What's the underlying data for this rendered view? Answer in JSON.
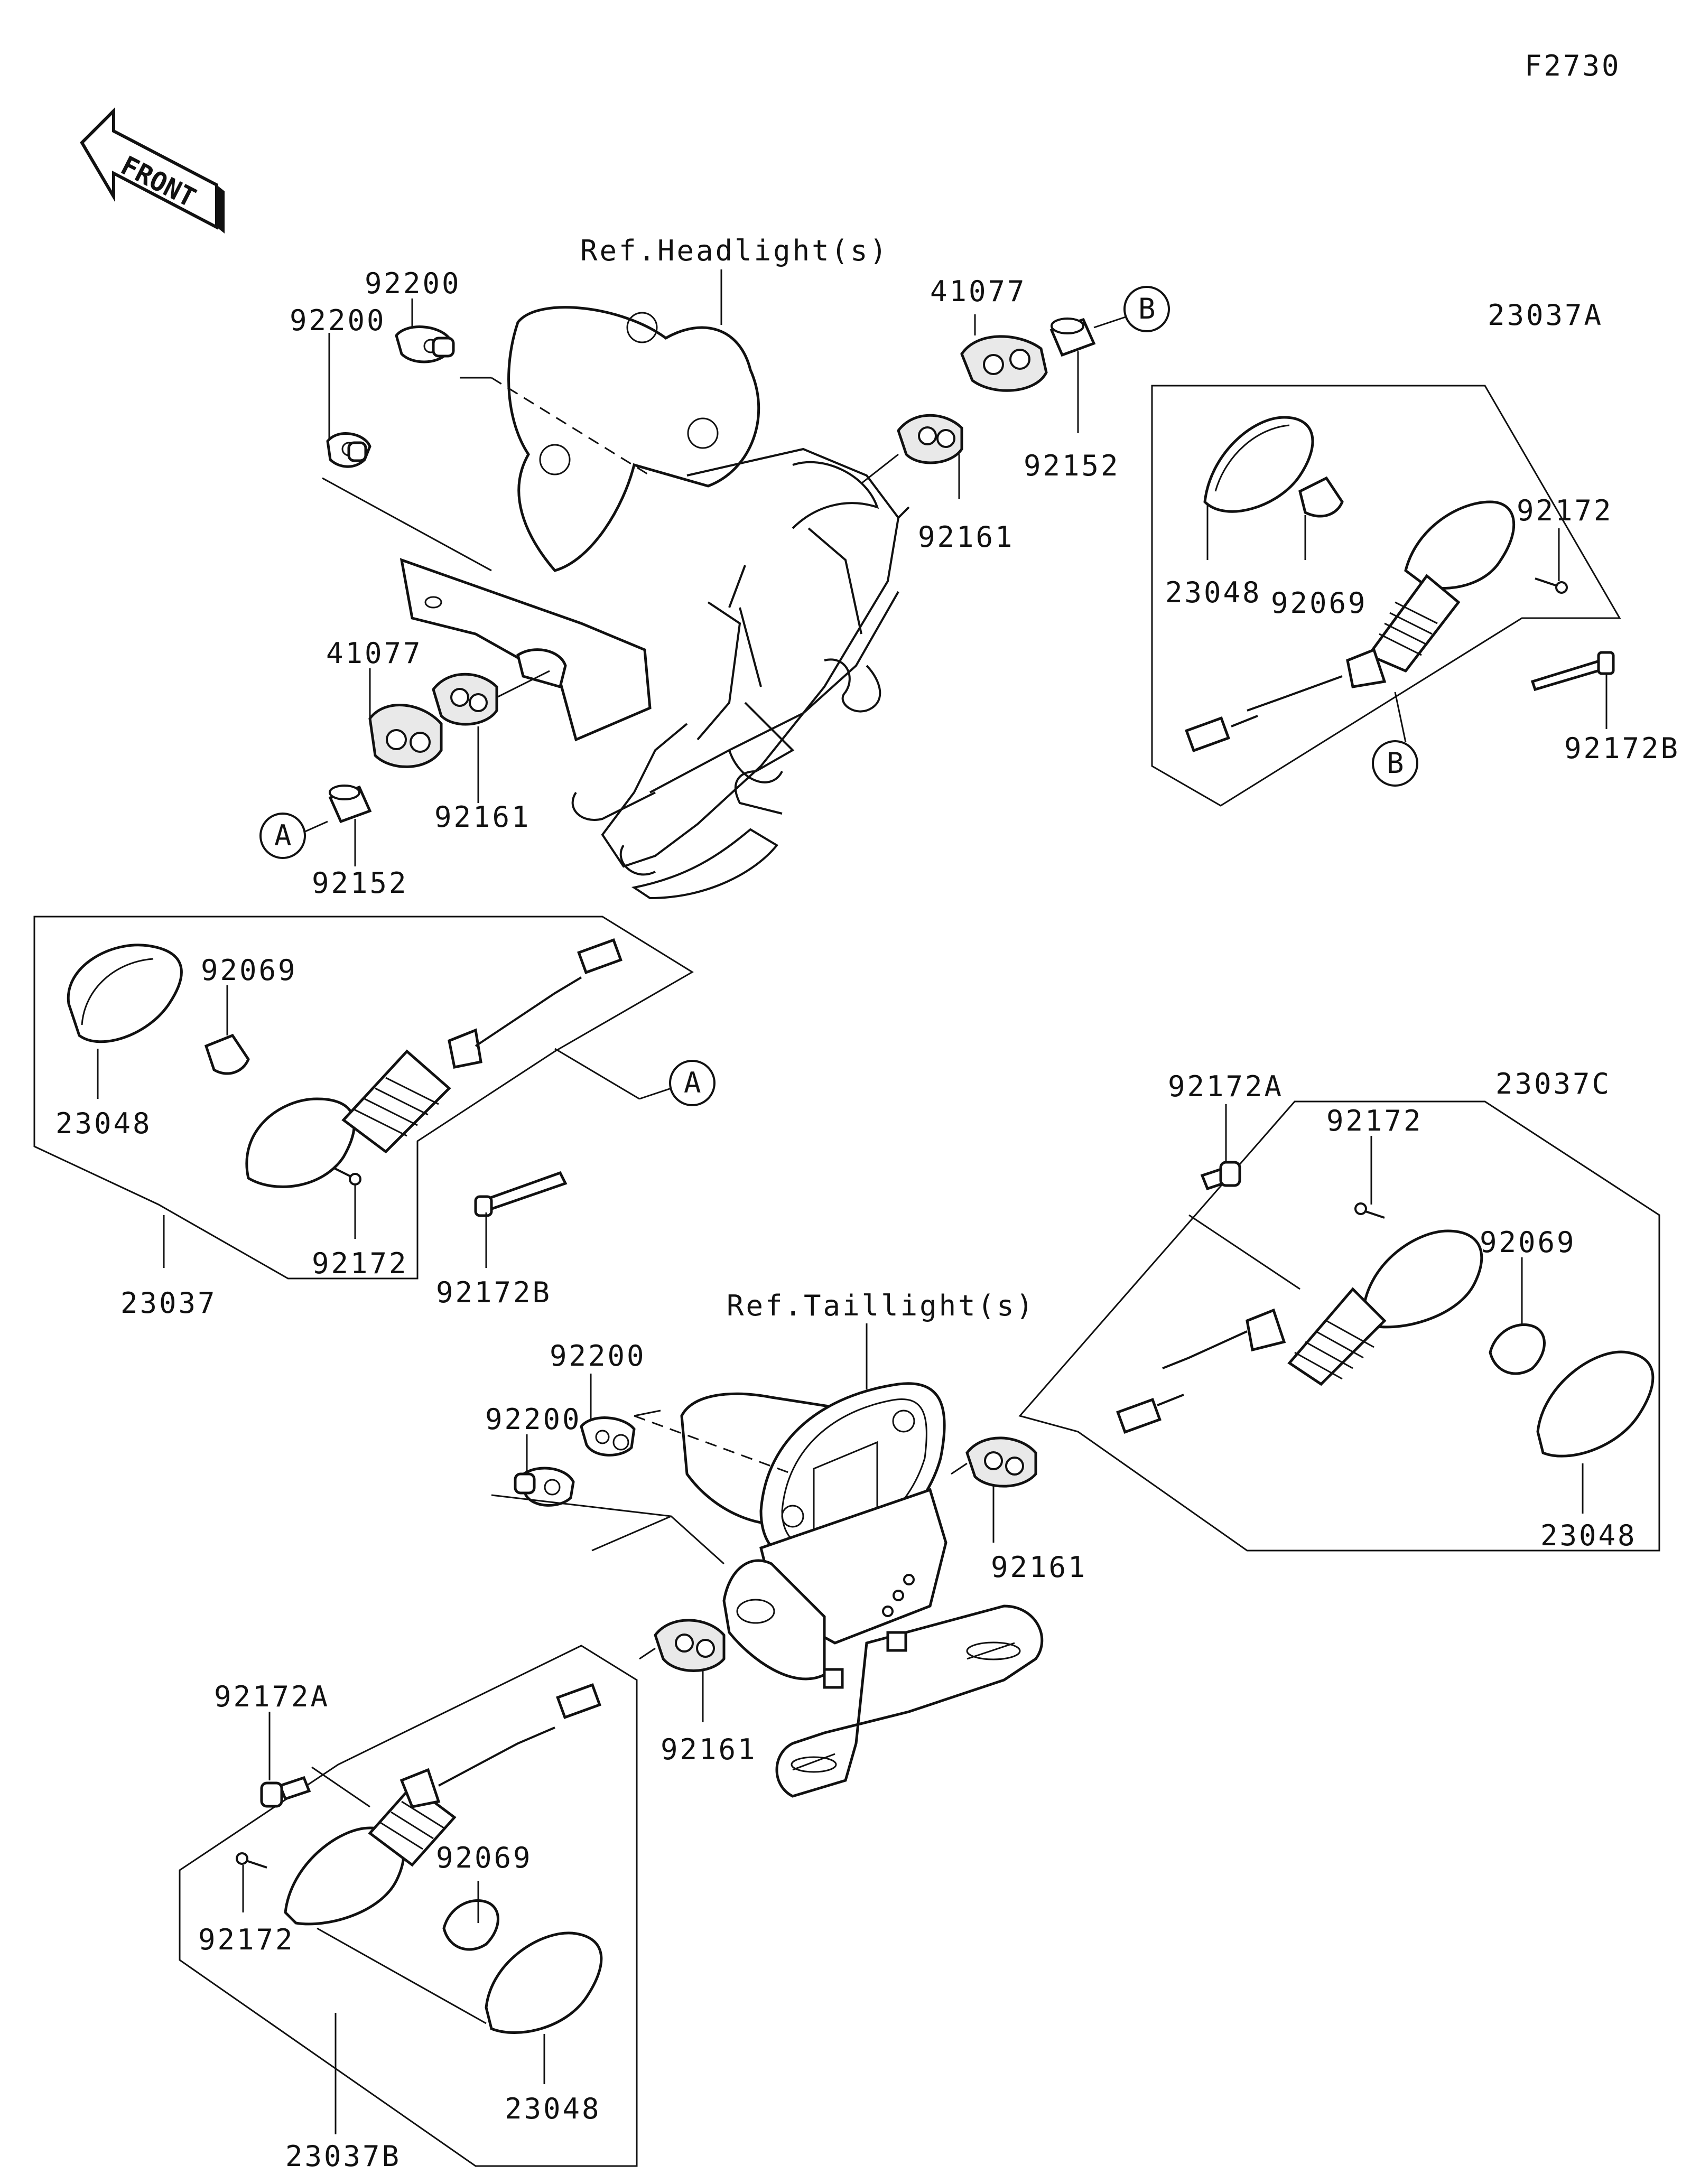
{
  "figure_code": "F2730",
  "front_label": "FRONT",
  "ref_labels": {
    "headlight": "Ref.Headlight(s)",
    "taillight": "Ref.Taillight(s)"
  },
  "connectors": {
    "a": "A",
    "b": "B"
  },
  "part_labels": {
    "p92200_a": "92200",
    "p92200_b": "92200",
    "p41077_a": "41077",
    "p92152_a": "92152",
    "p92161_a": "92161",
    "p41077_b": "41077",
    "p92161_b": "92161",
    "p92152_b": "92152",
    "p23037A": "23037A",
    "p92172_a": "92172",
    "p23048_a": "23048",
    "p92069_a": "92069",
    "p92172B_a": "92172B",
    "p92069_b": "92069",
    "p23048_b": "23048",
    "p92172_b": "92172",
    "p23037": "23037",
    "p92172B_b": "92172B",
    "p92172A_a": "92172A",
    "p23037C": "23037C",
    "p92172_c": "92172",
    "p92069_c": "92069",
    "p23048_c": "23048",
    "p92200_c": "92200",
    "p92200_d": "92200",
    "p92161_c": "92161",
    "p92161_d": "92161",
    "p92172A_b": "92172A",
    "p92069_d": "92069",
    "p92172_d": "92172",
    "p23048_d": "23048",
    "p23037B": "23037B"
  }
}
